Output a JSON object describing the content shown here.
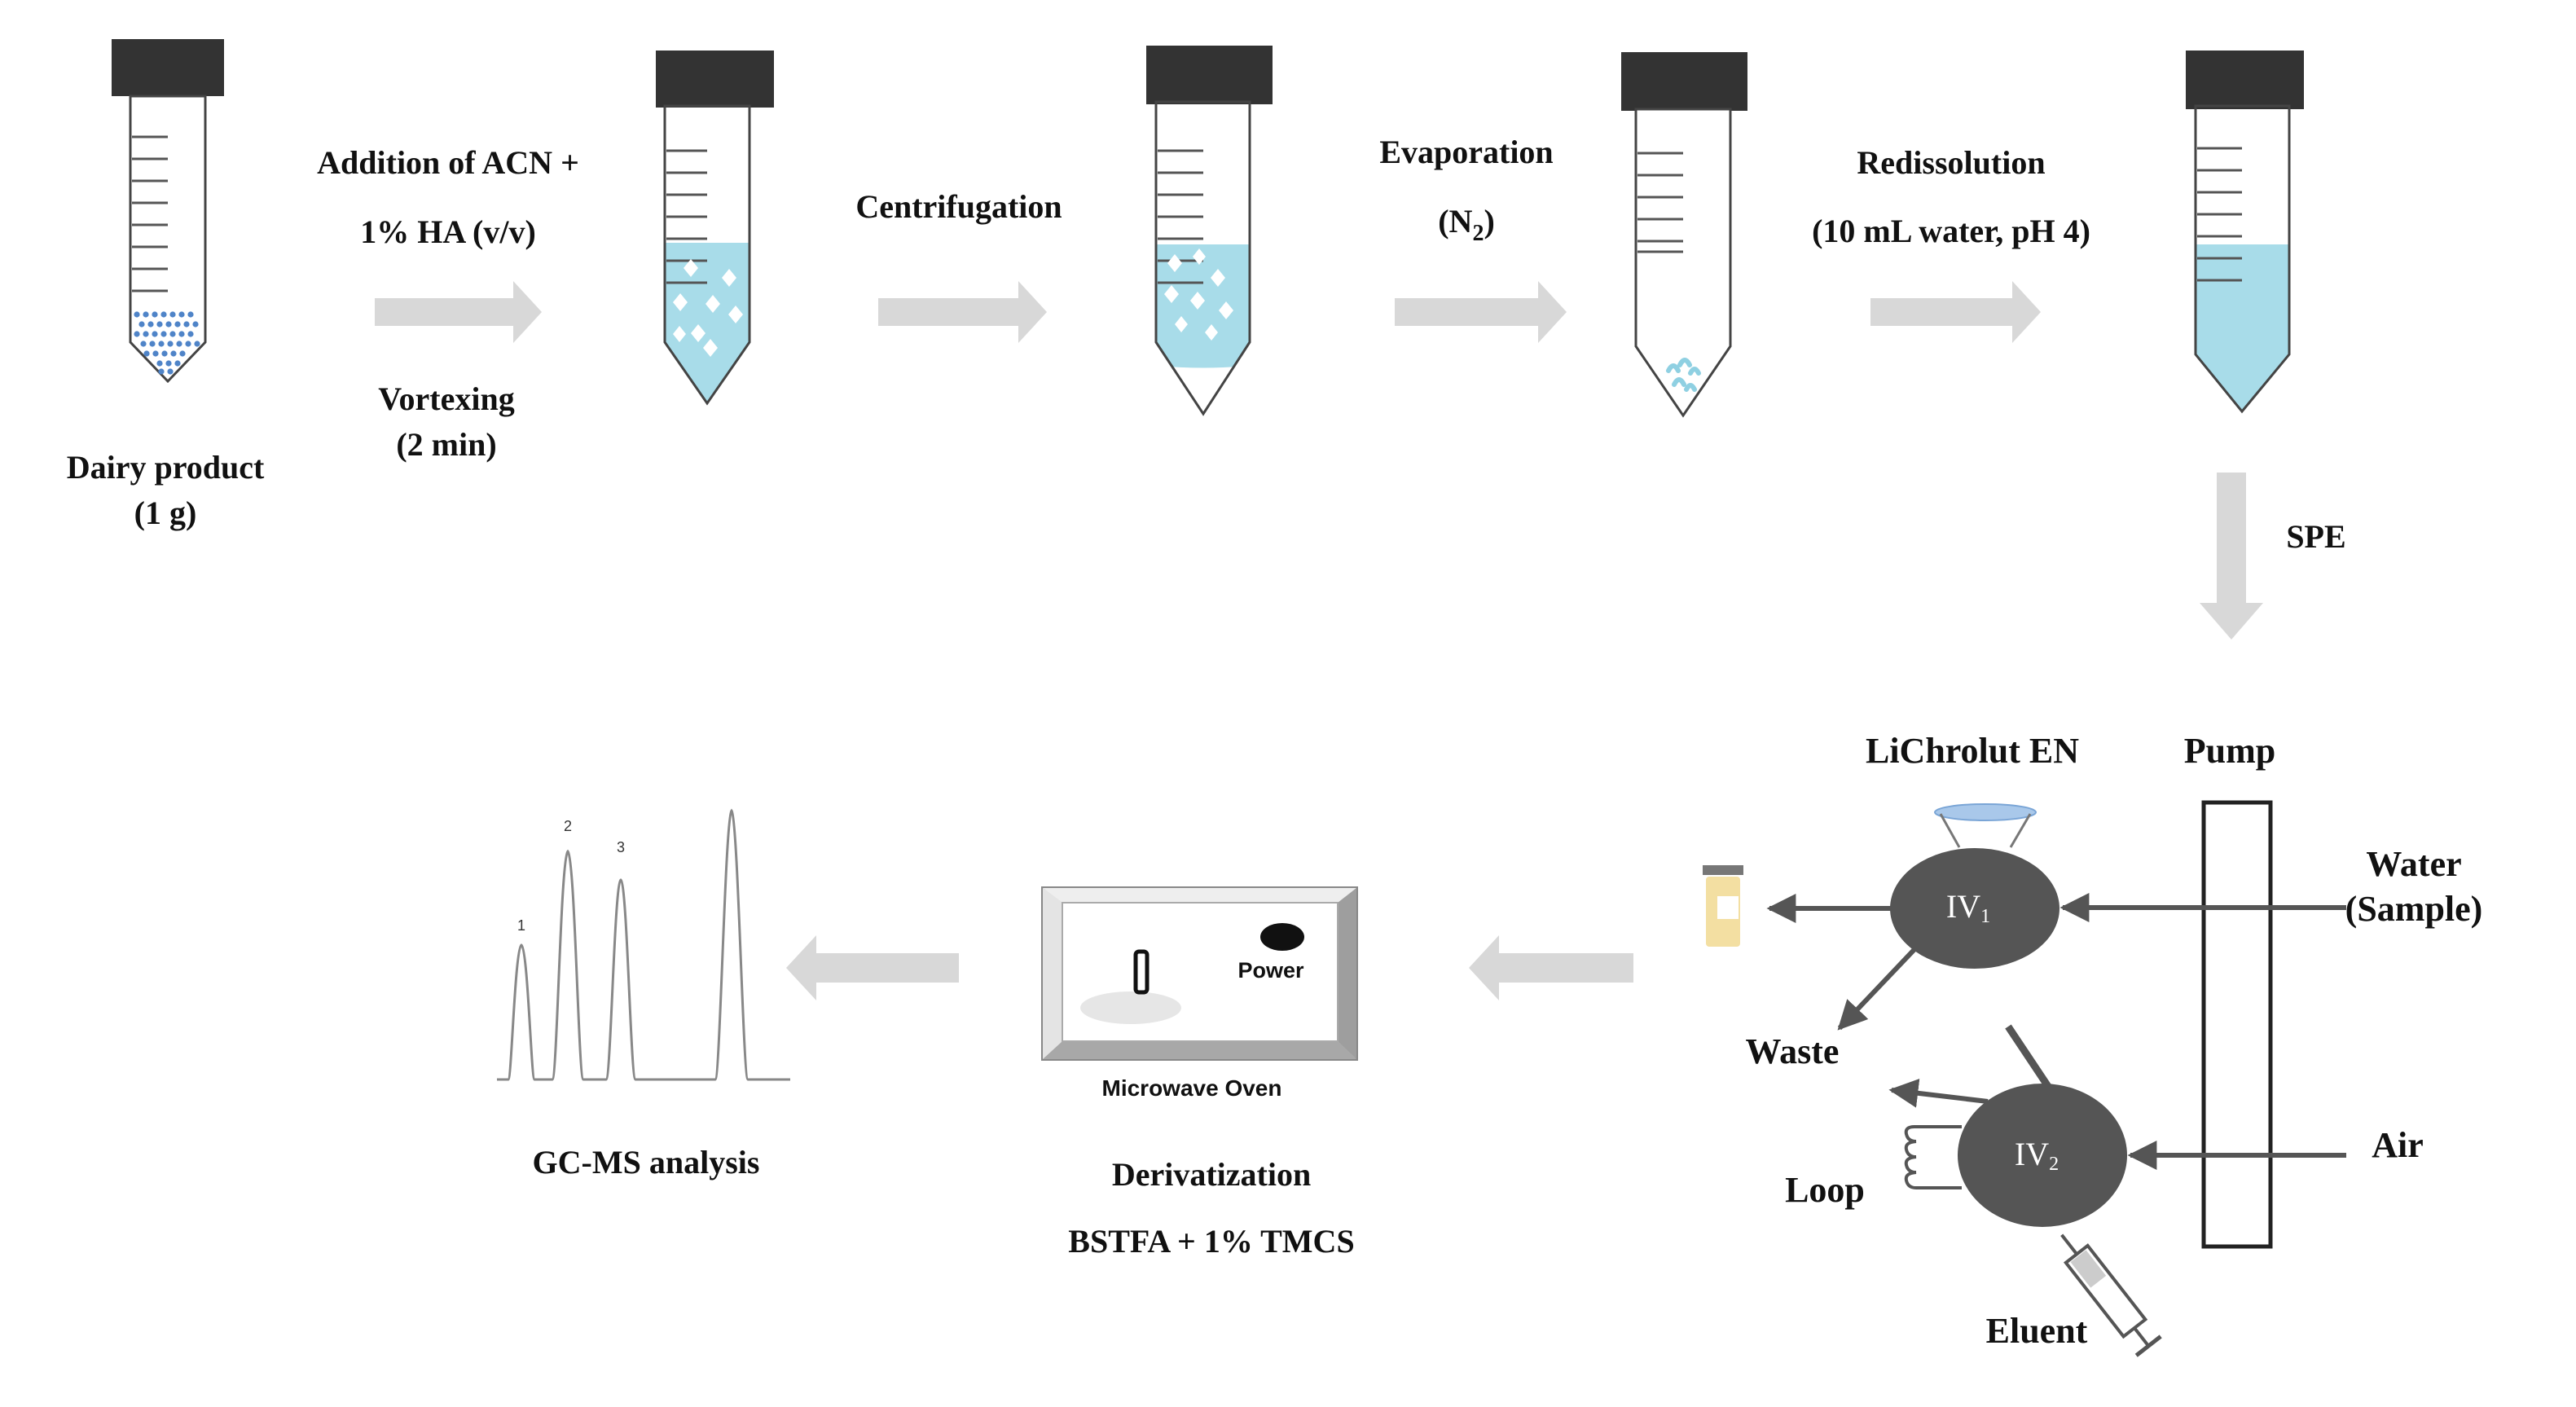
{
  "colors": {
    "liquid": "#a8dce9",
    "cap": "#333333",
    "arrow": "#d8d8d8",
    "valve": "#555555",
    "sorbent": "#a9c8ea",
    "vial": "#f3dfa2",
    "particles": "#4f84c8"
  },
  "steps": {
    "dairy_product": "Dairy product",
    "dairy_amount": "(1 g)",
    "addition_line1": "Addition  of ACN +",
    "addition_line2": "1% HA  (v/v)",
    "vortexing": "Vortexing",
    "vortex_time": "(2 min)",
    "centrifugation": "Centrifugation",
    "evaporation": "Evaporation",
    "evaporation_gas": "(N",
    "evaporation_gas_sub": "2",
    "evaporation_gas_close": ")",
    "redissolution": "Redissolution",
    "redissolution_cond": "(10 mL  water,  pH  4)",
    "spe": "SPE"
  },
  "spe_system": {
    "sorbent": "LiChrolut EN",
    "pump": "Pump",
    "water": "Water",
    "sample": "(Sample)",
    "air": "Air",
    "waste": "Waste",
    "loop": "Loop",
    "eluent": "Eluent",
    "valve1_main": "IV",
    "valve1_sub": "1",
    "valve2_main": "IV",
    "valve2_sub": "2"
  },
  "derivatization": {
    "oven_power": "Power",
    "oven_name": "Microwave Oven",
    "title": "Derivatization",
    "reagents": "BSTFA + 1% TMCS"
  },
  "analysis": {
    "title": "GC-MS  analysis",
    "peak_labels": [
      "1",
      "2",
      "3"
    ]
  }
}
